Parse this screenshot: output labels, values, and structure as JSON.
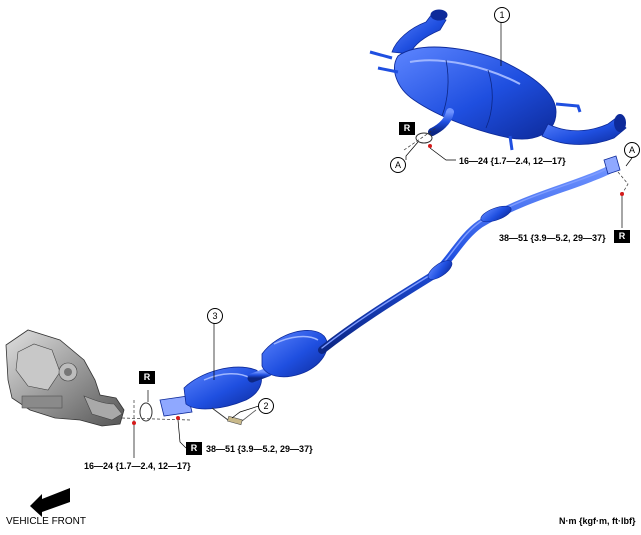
{
  "callouts": {
    "part1": "1",
    "part2": "2",
    "part3": "3",
    "conn_a_top": "A",
    "conn_a_right": "A"
  },
  "badges": {
    "r_top": "R",
    "r_right": "R",
    "r_left": "R",
    "r_bottom": "R"
  },
  "torque": {
    "upper": "16—24 {1.7—2.4, 12—17}",
    "right": "38—51 {3.9—5.2, 29—37}",
    "lower_mid": "38—51 {3.9—5.2, 29—37}",
    "lower_left": "16—24 {1.7—2.4, 12—17}"
  },
  "footer": {
    "vehicle_front": "VEHICLE FRONT",
    "units": "N·m {kgf·m, ft·lbf}"
  },
  "colors": {
    "exhaust_blue": "#1f4fe0",
    "exhaust_dark": "#0d2a9a",
    "exhaust_light": "#5e86ff",
    "engine_gray": "#9a9a9a",
    "gasket_red": "#d41a1a"
  },
  "icons": {
    "vehicle_front_arrow": "arrow-left-icon"
  }
}
